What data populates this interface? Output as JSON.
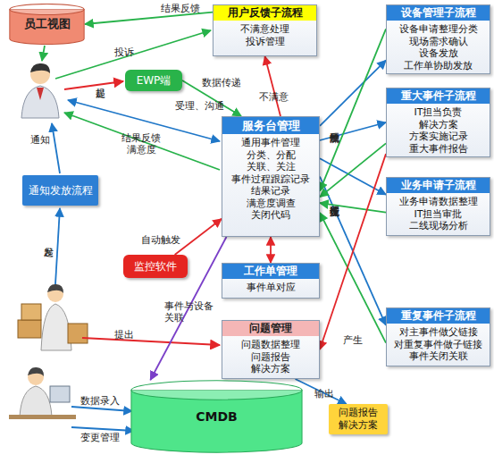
{
  "diagram": {
    "nodes": [
      {
        "text": [
          "员工视图"
        ]
      },
      {
        "text": [
          "用户反馈子流程",
          "不满意处理 投诉管理"
        ]
      },
      {
        "text": [
          "设备管理子流程",
          "设备申请整理分类 现场需求确认 设备发放 工作单协助发放"
        ]
      },
      {
        "text": [
          "EWP端"
        ]
      },
      {
        "text": [
          "服务台管理",
          "通用事件管理 分类、分配 关联、关注 事件过程跟踪记录 结果记录 满意度调查 关闭代码"
        ]
      },
      {
        "text": [
          "重大事件子流程",
          "IT担当负责 解决方案 方案实施记录 重大事件报告"
        ]
      },
      {
        "text": [
          "业务申请子流程",
          "业务申请数据整理 IT担当审批 二线现场分析"
        ]
      },
      {
        "text": [
          "通知发放流程"
        ]
      },
      {
        "text": [
          "监控软件"
        ]
      },
      {
        "text": [
          "工作单管理",
          "事件单对应"
        ]
      },
      {
        "text": [
          "问题管理",
          "问题数据整理 问题报告 解决方案"
        ]
      },
      {
        "text": [
          "重复事件子流程",
          "对主事件做父链接 对重复事件做子链接 事件关闭关联"
        ]
      },
      {
        "text": [
          "CMDB"
        ]
      },
      {
        "text": [
          "问题报告 解决方案"
        ]
      }
    ],
    "edges": [
      {
        "from": 1,
        "to": 0,
        "label": "结果反馈",
        "arrow": "to"
      },
      {
        "from": 3,
        "to": 4,
        "label": "数据传递",
        "arrow": "to"
      },
      {
        "from": 4,
        "to": 1,
        "label": "不满意",
        "arrow": "to"
      },
      {
        "from": 4,
        "to": 2,
        "arrow": "to"
      },
      {
        "from": 4,
        "to": 5,
        "arrow": "to"
      },
      {
        "from": 4,
        "to": 6,
        "arrow": "to"
      },
      {
        "from": 4,
        "to": 11,
        "arrow": "to"
      },
      {
        "from": 2,
        "to": 4,
        "arrow": "to"
      },
      {
        "from": 5,
        "to": 4,
        "arrow": "to"
      },
      {
        "from": 6,
        "to": 4,
        "arrow": "to"
      },
      {
        "from": 11,
        "to": 4,
        "arrow": "to"
      },
      {
        "from": 8,
        "to": 4,
        "label": "自动触发",
        "arrow": "to"
      },
      {
        "from": 4,
        "to": 9,
        "arrow": "both"
      },
      {
        "from": 4,
        "to": 12,
        "label": "事件与设备关联",
        "arrow": "to"
      },
      {
        "from": 5,
        "to": 10,
        "label": "产生",
        "arrow": "to"
      },
      {
        "from": 10,
        "to": 13,
        "label": "输出",
        "arrow": "to"
      }
    ],
    "labels": [
      "提起",
      "投诉",
      "受理、沟通",
      "结果反馈 满意度",
      "通知",
      "发起",
      "提出",
      "数据录入",
      "变更管理",
      "子流程触发",
      "子流程处理反馈"
    ]
  }
}
